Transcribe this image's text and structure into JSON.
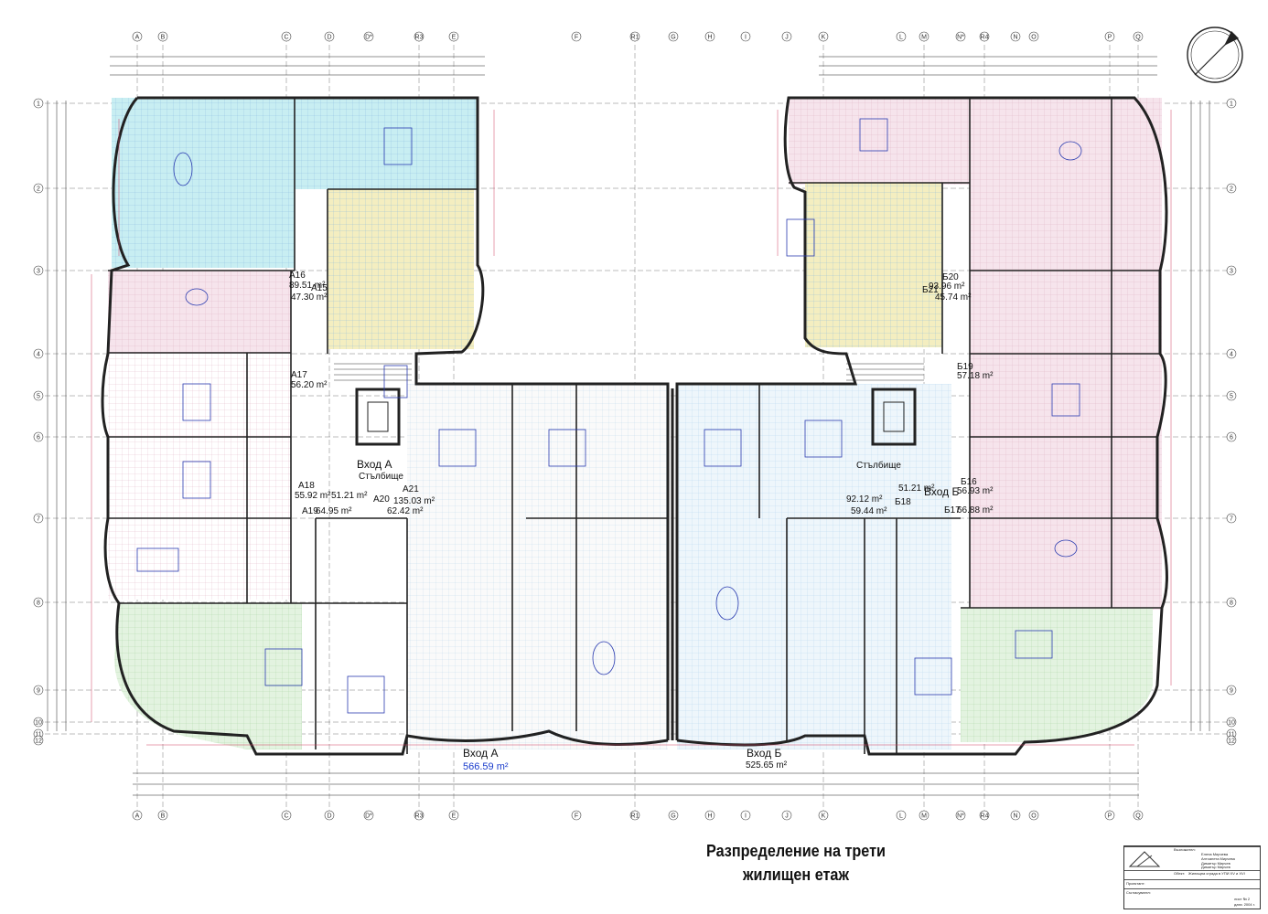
{
  "plan": {
    "entrance_a": {
      "label": "Вход А",
      "area": "566.59 m²"
    },
    "entrance_b": {
      "label": "Вход Б",
      "area": "525.65 m²"
    },
    "entry_labels": {
      "a": "Вход А",
      "b": "Вход Б"
    },
    "stairs_label": "Стълбище",
    "units": [
      {
        "id": "A16",
        "area": "89.51 m²"
      },
      {
        "id": "A15",
        "area": "47.30 m²"
      },
      {
        "id": "A17",
        "area": "56.20 m²"
      },
      {
        "id": "A18",
        "area": "55.92 m²"
      },
      {
        "id": "A19",
        "area": "64.95 m²"
      },
      {
        "id": "A20",
        "area": "62.42 m²"
      },
      {
        "id": "A21",
        "area": "135.03 m²"
      },
      {
        "id": "A-stair",
        "area": "51.21 m²"
      },
      {
        "id": "Б20",
        "area": "93.96 m²"
      },
      {
        "id": "Б21",
        "area": "45.74 m²"
      },
      {
        "id": "Б19",
        "area": "57.18 m²"
      },
      {
        "id": "Б16",
        "area": "56.93 m²"
      },
      {
        "id": "Б17",
        "area": "66.88 m²"
      },
      {
        "id": "Б18",
        "area": "59.44 m²"
      },
      {
        "id": "Б-stair",
        "area": "51.21 m²"
      },
      {
        "id": "Б-main",
        "area": "92.12 m²"
      }
    ],
    "axes_letters": [
      "A",
      "B",
      "C",
      "D",
      "D*",
      "R3",
      "E",
      "F",
      "R1",
      "G",
      "H",
      "I",
      "J",
      "K",
      "L",
      "M",
      "N*",
      "R4",
      "N",
      "O",
      "P",
      "Q"
    ],
    "axes_numbers": [
      "1",
      "2",
      "3",
      "4",
      "5",
      "6",
      "7",
      "8",
      "9",
      "10",
      "11",
      "12"
    ]
  },
  "sheet": {
    "title_line1": "Разпределение на трети",
    "title_line2": "жилищен етаж"
  },
  "title_block": {
    "client_label": "Възложител:",
    "clients": [
      "Елена Мирчева",
      "Антоанета Мирчева",
      "Димитър Мирчев",
      "Димитър Мирчев"
    ],
    "object_label": "Обект:",
    "object": "Жилищна сграда в УПИ XV и XVI",
    "designer_label": "Проектант:",
    "coordinator_label": "Съгласувател:",
    "sheet_no": "лист № 2",
    "date": "дата: 2004 г."
  },
  "colors": {
    "cyan_zone": "#c8eef2",
    "yellow_zone": "#f4eec0",
    "pink_zone": "#f6e4ec",
    "green_zone": "#e3f3e0",
    "wall": "#222222",
    "grid": "#7fb3df",
    "dim": "#d04060"
  }
}
